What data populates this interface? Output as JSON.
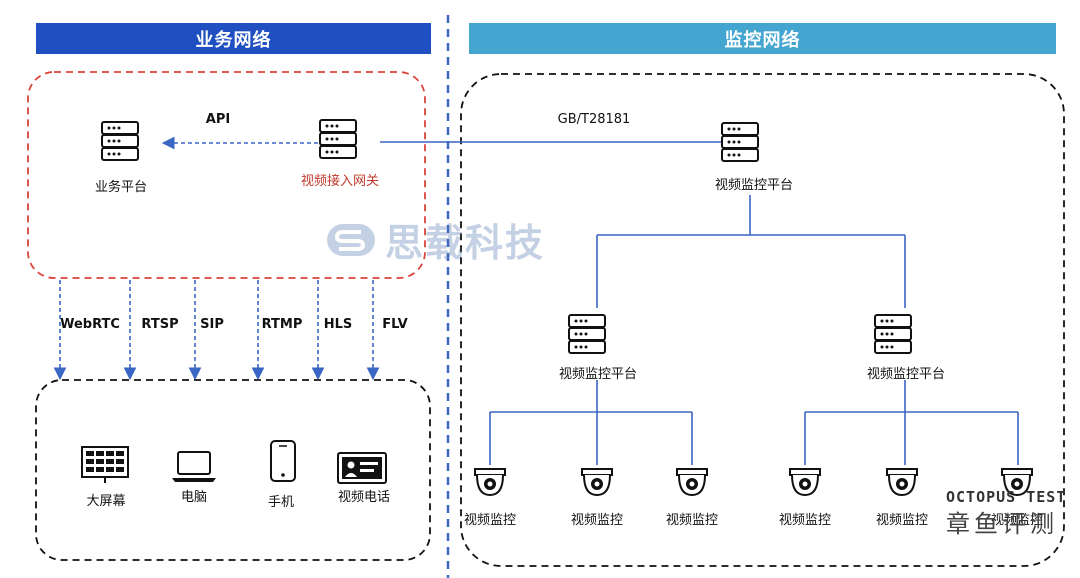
{
  "banners": {
    "business": "业务网络",
    "monitor": "监控网络"
  },
  "business_zone": {
    "business_platform": "业务平台",
    "gateway": "视频接入网关",
    "api_label": "API"
  },
  "protocols": [
    "WebRTC",
    "RTSP",
    "SIP",
    "RTMP",
    "HLS",
    "FLV"
  ],
  "terminals": [
    "大屏幕",
    "电脑",
    "手机",
    "视频电话"
  ],
  "monitor_zone": {
    "protocol_label": "GB/T28181",
    "top_platform": "视频监控平台",
    "sub_platforms": [
      "视频监控平台",
      "视频监控平台"
    ],
    "cameras": [
      "视频监控",
      "视频监控",
      "视频监控",
      "视频监控",
      "视频监控",
      "视频监控"
    ]
  },
  "watermark": {
    "text": "思载科技"
  },
  "brand": {
    "en": "OCTOPUS TEST",
    "zh": "章鱼评测"
  },
  "colors": {
    "blue_banner": "#1f4fc0",
    "light_banner": "#44a6d0",
    "red_dash": "#d9443b",
    "line_blue": "#3a66c4"
  }
}
